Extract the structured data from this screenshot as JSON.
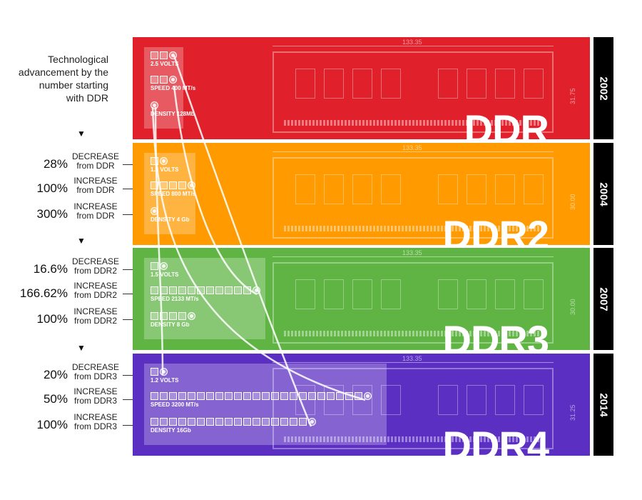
{
  "intro": [
    "Technological",
    "advancement by the",
    "number starting",
    "with DDR"
  ],
  "arrow": "▼",
  "colors": {
    "ddr": "#e0212b",
    "ddr2": "#ff9a00",
    "ddr3": "#5fb444",
    "ddr4": "#5b2fc2",
    "year_bg": "#000000"
  },
  "module_width_label": "133.35",
  "generations": [
    {
      "name": "DDR",
      "year": "2002",
      "height_label": "31.75",
      "changes": [],
      "volts": {
        "label": "2.5 VOLTS",
        "units": 3
      },
      "speed": {
        "label": "SPEED 400 MT/s",
        "units": 3
      },
      "density": {
        "label": "DENSITY 128Mb",
        "units": 1
      }
    },
    {
      "name": "DDR2",
      "year": "2004",
      "height_label": "30.00",
      "changes": [
        {
          "pct": "28%",
          "line1": "DECREASE",
          "line2": "from DDR"
        },
        {
          "pct": "100%",
          "line1": "INCREASE",
          "line2": "from DDR"
        },
        {
          "pct": "300%",
          "line1": "INCREASE",
          "line2": "from DDR"
        }
      ],
      "volts": {
        "label": "1.8 VOLTS",
        "units": 2
      },
      "speed": {
        "label": "SPEED 800 MT/s",
        "units": 5
      },
      "density": {
        "label": "DENSITY 4 Gb",
        "units": 1
      }
    },
    {
      "name": "DDR3",
      "year": "2007",
      "height_label": "30.00",
      "changes": [
        {
          "pct": "16.6%",
          "line1": "DECREASE",
          "line2": "from DDR2"
        },
        {
          "pct": "166.62%",
          "line1": "INCREASE",
          "line2": "from DDR2"
        },
        {
          "pct": "100%",
          "line1": "INCREASE",
          "line2": "from DDR2"
        }
      ],
      "volts": {
        "label": "1.5 VOLTS",
        "units": 2
      },
      "speed": {
        "label": "SPEED 2133 MT/s",
        "units": 12
      },
      "density": {
        "label": "DENSITY 8 Gb",
        "units": 5
      }
    },
    {
      "name": "DDR4",
      "year": "2014",
      "height_label": "31.25",
      "changes": [
        {
          "pct": "20%",
          "line1": "DECREASE",
          "line2": "from DDR3"
        },
        {
          "pct": "50%",
          "line1": "INCREASE",
          "line2": "from DDR3"
        },
        {
          "pct": "100%",
          "line1": "INCREASE",
          "line2": "from DDR3"
        }
      ],
      "volts": {
        "label": "1.2 VOLTS",
        "units": 2
      },
      "speed": {
        "label": "SPEED 3200 MT/s",
        "units": 24
      },
      "density": {
        "label": "DENSITY 16Gb",
        "units": 18
      }
    }
  ]
}
